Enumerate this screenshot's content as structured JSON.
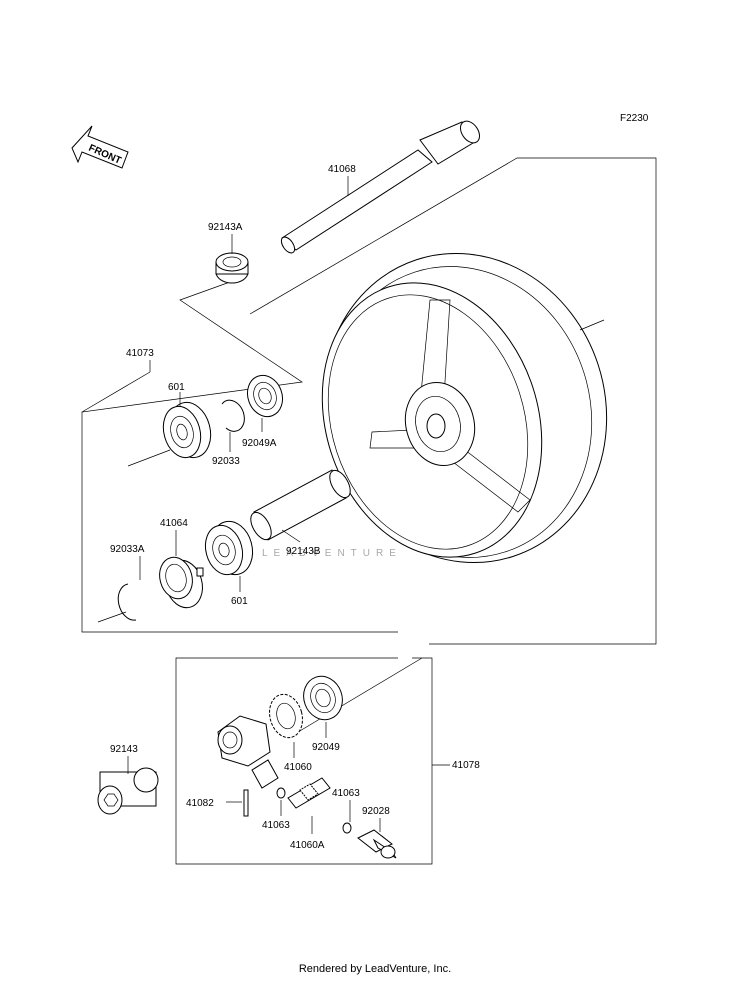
{
  "diagram_code": "F2230",
  "front_arrow_label": "FRONT",
  "watermark": "LEADVENTURE",
  "parts": {
    "axle": "41068",
    "collar_a": "92143A",
    "wheel_assy": "41073",
    "bearing_upper": "601",
    "oil_seal_a": "92049A",
    "circlip_upper": "92033",
    "coupling_hub": "41064",
    "circlip_lower": "92033A",
    "spacer_tube": "92143B",
    "bearing_lower": "601",
    "oil_seal": "92049",
    "gear_housing_assy": "41078",
    "collar": "92143",
    "gear": "41060",
    "pin": "41082",
    "washer_left": "41063",
    "washer_right": "41063",
    "pinion": "41060A",
    "bushing": "92028"
  },
  "footer": "Rendered by LeadVenture, Inc."
}
